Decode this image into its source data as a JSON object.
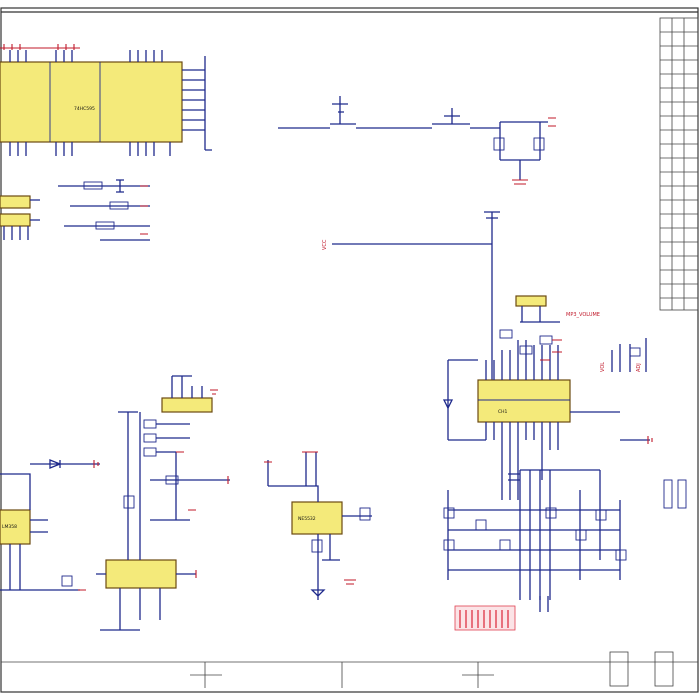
{
  "schematic": {
    "netlabels": [
      "MP3_VOLUME",
      "VOL",
      "ADJ"
    ],
    "ic_labels": [
      "74HC595",
      "CH1",
      "LM358",
      "NE5532"
    ],
    "colors": {
      "wire": "#1f2a8c",
      "ground": "#c0192a",
      "chip_fill": "#f4ea7a",
      "connector": "#e04050"
    }
  }
}
